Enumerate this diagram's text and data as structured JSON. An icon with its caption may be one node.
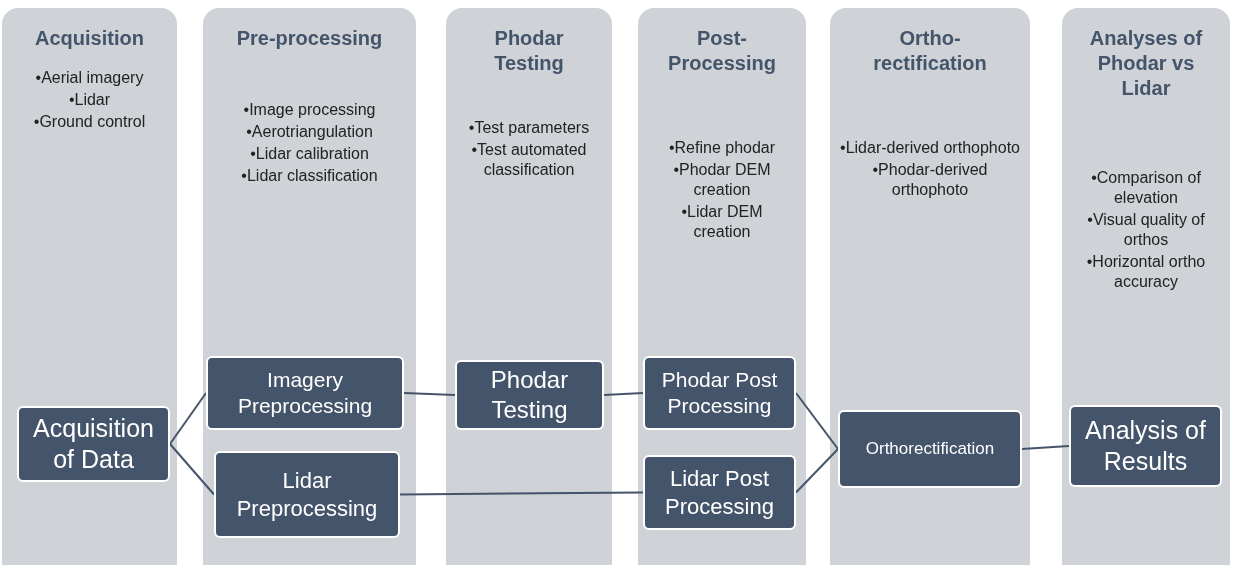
{
  "diagram": {
    "nodes": [
      {
        "text": [
          "Acquisition",
          "•Aerial imagery",
          "•Lidar",
          "•Ground control"
        ]
      },
      {
        "text": [
          "Acquisition of Data"
        ],
        "in": 0
      },
      {
        "text": [
          "Pre-processing",
          "•Image processing",
          "•Aerotriangulation",
          "•Lidar calibration",
          "•Lidar classification"
        ]
      },
      {
        "text": [
          "Imagery Preprocessing"
        ],
        "in": 2
      },
      {
        "text": [
          "Lidar Preprocessing"
        ],
        "in": 2
      },
      {
        "text": [
          "Phodar Testing",
          "•Test parameters",
          "•Test automated classification"
        ]
      },
      {
        "text": [
          "Phodar Testing"
        ],
        "in": 5
      },
      {
        "text": [
          "Post-Processing",
          "•Refine phodar",
          "•Phodar DEM creation",
          "•Lidar DEM creation"
        ]
      },
      {
        "text": [
          "Phodar Post Processing"
        ],
        "in": 7
      },
      {
        "text": [
          "Lidar Post Processing"
        ],
        "in": 7
      },
      {
        "text": [
          "Ortho-rectification",
          "•Lidar-derived orthophoto",
          "•Phodar-derived orthophoto"
        ]
      },
      {
        "text": [
          "Orthorectification"
        ],
        "in": 10
      },
      {
        "text": [
          "Analyses of Phodar vs Lidar",
          "•Comparison of elevation",
          "•Visual quality of orthos",
          "•Horizontal ortho accuracy"
        ]
      },
      {
        "text": [
          "Analysis of Results"
        ],
        "in": 12
      }
    ],
    "edges": [
      {
        "from": 1,
        "to": 3,
        "arrow": "none"
      },
      {
        "from": 1,
        "to": 4,
        "arrow": "none"
      },
      {
        "from": 3,
        "to": 6,
        "arrow": "none"
      },
      {
        "from": 6,
        "to": 8,
        "arrow": "none"
      },
      {
        "from": 4,
        "to": 9,
        "arrow": "none"
      },
      {
        "from": 8,
        "to": 11,
        "arrow": "none"
      },
      {
        "from": 9,
        "to": 11,
        "arrow": "none"
      },
      {
        "from": 11,
        "to": 13,
        "arrow": "none"
      }
    ]
  }
}
